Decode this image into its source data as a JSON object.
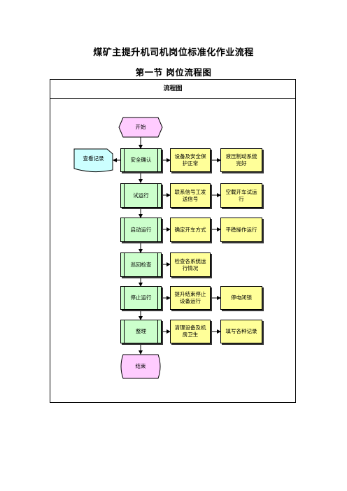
{
  "document": {
    "title": "煤矿主提升机司机岗位标准化作业流程",
    "section": "第一节  岗位流程图",
    "frame_header": "流程图"
  },
  "flow": {
    "start": "开始",
    "end": "结束",
    "record": "查看记录",
    "steps": [
      {
        "label": "安全确认",
        "detail1": "设备及安全保护正常",
        "detail2": "液压制动系统完好"
      },
      {
        "label": "试运行",
        "detail1": "联系信号工发送信号",
        "detail2": "空载开车试运行"
      },
      {
        "label": "启动运行",
        "detail1": "确定开车方式",
        "detail2": "平稳操作运行"
      },
      {
        "label": "巡回检查",
        "detail1": "检查各系统运行情况",
        "detail2": ""
      },
      {
        "label": "停止运行",
        "detail1": "提升结束停止设备运行",
        "detail2": "停电闭锁"
      },
      {
        "label": "整理",
        "detail1": "清理设备及机房卫生",
        "detail2": "填写各种记录"
      }
    ]
  }
}
